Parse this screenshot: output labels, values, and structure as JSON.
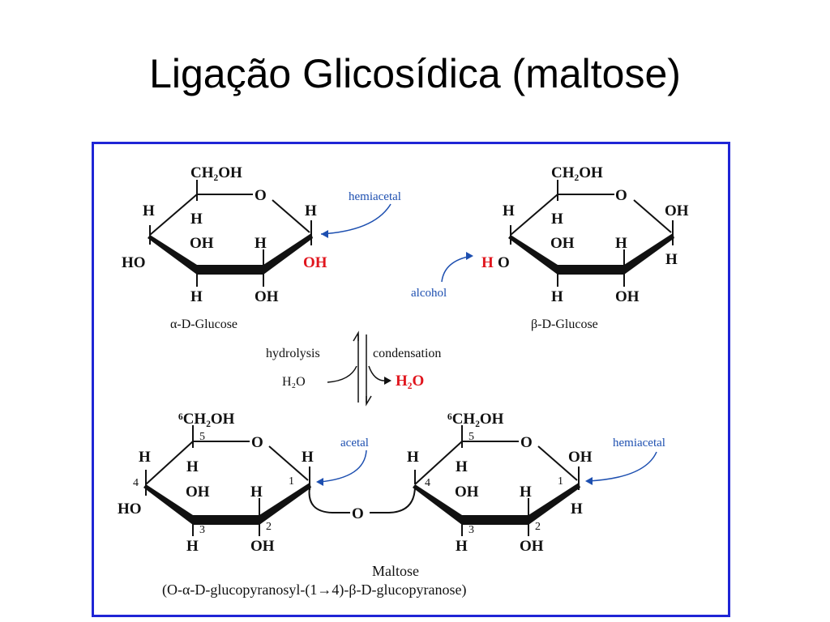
{
  "title": "Ligação Glicosídica (maltose)",
  "colors": {
    "frame": "#1f25d6",
    "red": "#e0151d",
    "blue_note": "#1d4fb0"
  },
  "atoms": {
    "ch2oh": "CH₂OH",
    "ch2oh6": "⁶CH₂OH",
    "o": "O",
    "h": "H",
    "oh": "OH",
    "ho": "HO",
    "h2o": "H₂O"
  },
  "labels": {
    "hemiacetal": "hemiacetal",
    "alcohol": "alcohol",
    "acetal": "acetal",
    "alpha_glucose": "α-D-Glucose",
    "beta_glucose": "β-D-Glucose",
    "hydrolysis": "hydrolysis",
    "condensation": "condensation",
    "maltose": "Maltose",
    "maltose_name": "(O-α-D-glucopyranosyl-(1→4)-β-D-glucopyranose)"
  },
  "ring_numbers": [
    "1",
    "2",
    "3",
    "4",
    "5"
  ]
}
